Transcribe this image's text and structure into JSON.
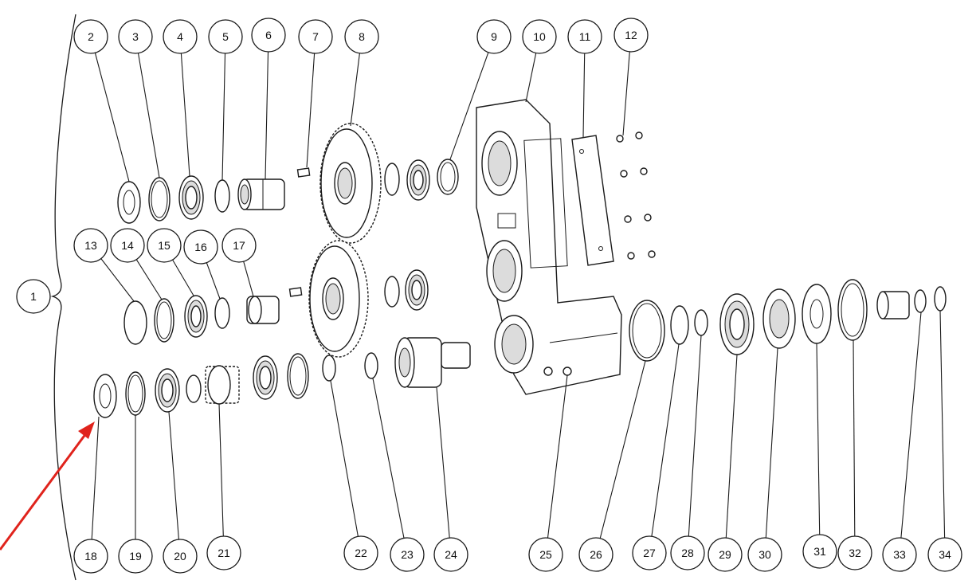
{
  "diagram": {
    "callouts": [
      {
        "label": "1"
      },
      {
        "label": "2"
      },
      {
        "label": "3"
      },
      {
        "label": "4"
      },
      {
        "label": "5"
      },
      {
        "label": "6"
      },
      {
        "label": "7"
      },
      {
        "label": "8"
      },
      {
        "label": "9"
      },
      {
        "label": "10"
      },
      {
        "label": "11"
      },
      {
        "label": "12"
      },
      {
        "label": "13"
      },
      {
        "label": "14"
      },
      {
        "label": "15"
      },
      {
        "label": "16"
      },
      {
        "label": "17"
      },
      {
        "label": "18"
      },
      {
        "label": "19"
      },
      {
        "label": "20"
      },
      {
        "label": "21"
      },
      {
        "label": "22"
      },
      {
        "label": "23"
      },
      {
        "label": "24"
      },
      {
        "label": "25"
      },
      {
        "label": "26"
      },
      {
        "label": "27"
      },
      {
        "label": "28"
      },
      {
        "label": "29"
      },
      {
        "label": "30"
      },
      {
        "label": "31"
      },
      {
        "label": "32"
      },
      {
        "label": "33"
      },
      {
        "label": "34"
      }
    ],
    "highlight_arrow": {
      "color": "#e0231c",
      "points_to": "18"
    },
    "colors": {
      "line": "#1a1a1a",
      "background": "#ffffff"
    }
  }
}
